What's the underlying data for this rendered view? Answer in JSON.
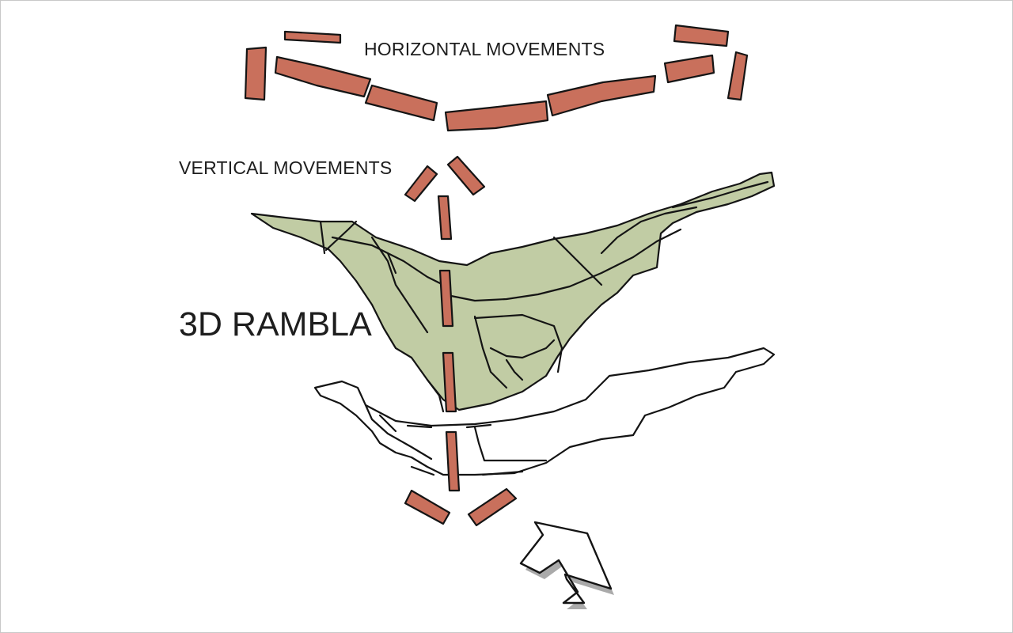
{
  "diagram": {
    "labels": {
      "horizontal": "HORIZONTAL MOVEMENTS",
      "vertical": "VERTICAL MOVEMENTS",
      "rambla": "3D RAMBLA"
    },
    "colors": {
      "movement_fill": "#c9705c",
      "rambla_fill": "#c1cca4",
      "ink": "#141414",
      "background": "#ffffff"
    },
    "icons": [
      "entry-arrow-icon"
    ]
  }
}
